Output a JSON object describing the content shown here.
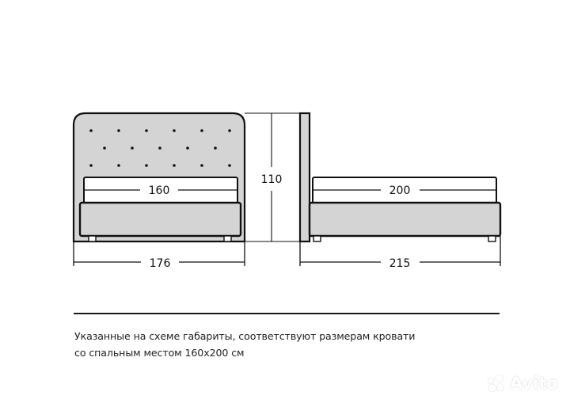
{
  "diagram": {
    "front_view": {
      "inner_width_label": "160",
      "outer_width_label": "176",
      "height_label": "110"
    },
    "side_view": {
      "inner_length_label": "200",
      "outer_length_label": "215"
    },
    "colors": {
      "upholstery": "#d4d4d4",
      "mattress": "#ffffff",
      "outline": "#111111",
      "tufting_dot": "#111111"
    }
  },
  "caption": {
    "line1": "Указанные на схеме габариты, соответствуют размерам кровати",
    "line2": "со спальным местом 160x200 см"
  },
  "watermark": {
    "text": "Avito"
  }
}
